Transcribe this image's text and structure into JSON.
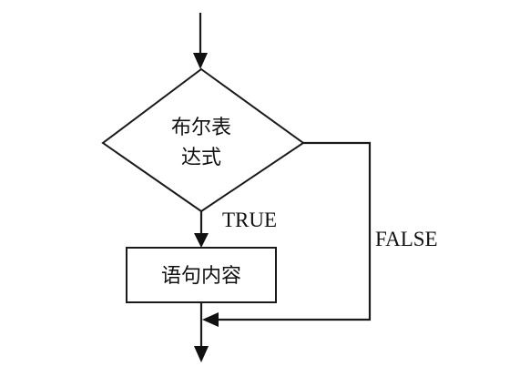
{
  "diagram": {
    "condition": {
      "line1": "布尔表",
      "line2": "达式"
    },
    "statement": {
      "label": "语句内容"
    },
    "branches": {
      "true_label": "TRUE",
      "false_label": "FALSE"
    }
  }
}
